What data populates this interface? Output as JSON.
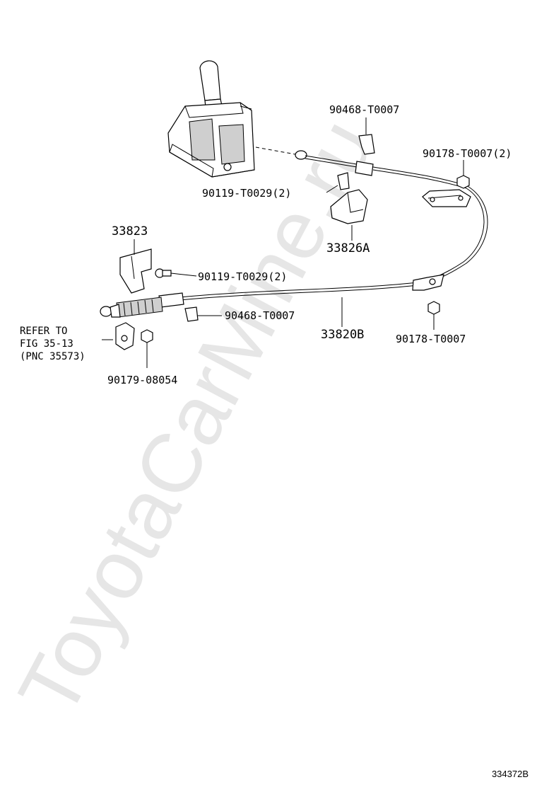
{
  "watermark": "ToyotaCarMine.ru",
  "illustration_number": "334372B",
  "parts": {
    "clip_upper": "90468-T0007",
    "nut_upper": "90178-T0007(2)",
    "bolt_upper": "90119-T0029(2)",
    "bracket_upper": "33826A",
    "bracket_left": "33823",
    "bolt_left": "90119-T0029(2)",
    "clip_lower": "90468-T0007",
    "cable": "33820B",
    "nut_lower": "90178-T0007",
    "nut_small": "90179-08054"
  },
  "reference": {
    "line1": "REFER TO",
    "line2": "FIG 35-13",
    "line3": "(PNC 35573)"
  }
}
